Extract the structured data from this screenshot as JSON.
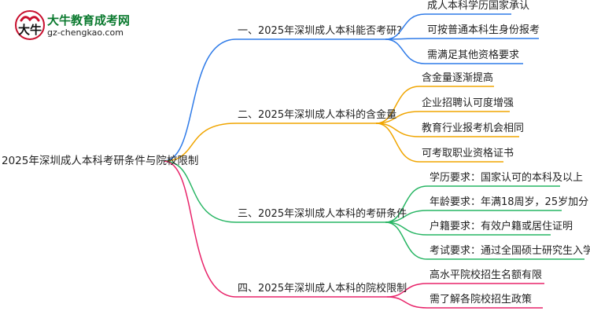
{
  "logo": {
    "title": "大牛教育成考网",
    "url": "gz-chengkao.com"
  },
  "root": "2025年深圳成人本科考研条件与院校限制",
  "branches": [
    {
      "label": "一、2025年深圳成人本科能否考研？",
      "color": "#2f7be8",
      "children": [
        "成人本科学历国家承认",
        "可按普通本科生身份报考",
        "需满足其他资格要求"
      ]
    },
    {
      "label": "二、2025年深圳成人本科的含金量",
      "color": "#f0a500",
      "children": [
        "含金量逐渐提高",
        "企业招聘认可度增强",
        "教育行业报考机会相同",
        "可考取职业资格证书"
      ]
    },
    {
      "label": "三、2025年深圳成人本科的考研条件",
      "color": "#27b563",
      "children": [
        "学历要求：国家认可的本科及以上",
        "年龄要求：年满18周岁，25岁加分",
        "户籍要求：有效户籍或居住证明",
        "考试要求：通过全国硕士研究生入学考试"
      ]
    },
    {
      "label": "四、2025年深圳成人本科的院校限制",
      "color": "#e8246a",
      "children": [
        "高水平院校招生名额有限",
        "需了解各院校招生政策"
      ]
    }
  ]
}
